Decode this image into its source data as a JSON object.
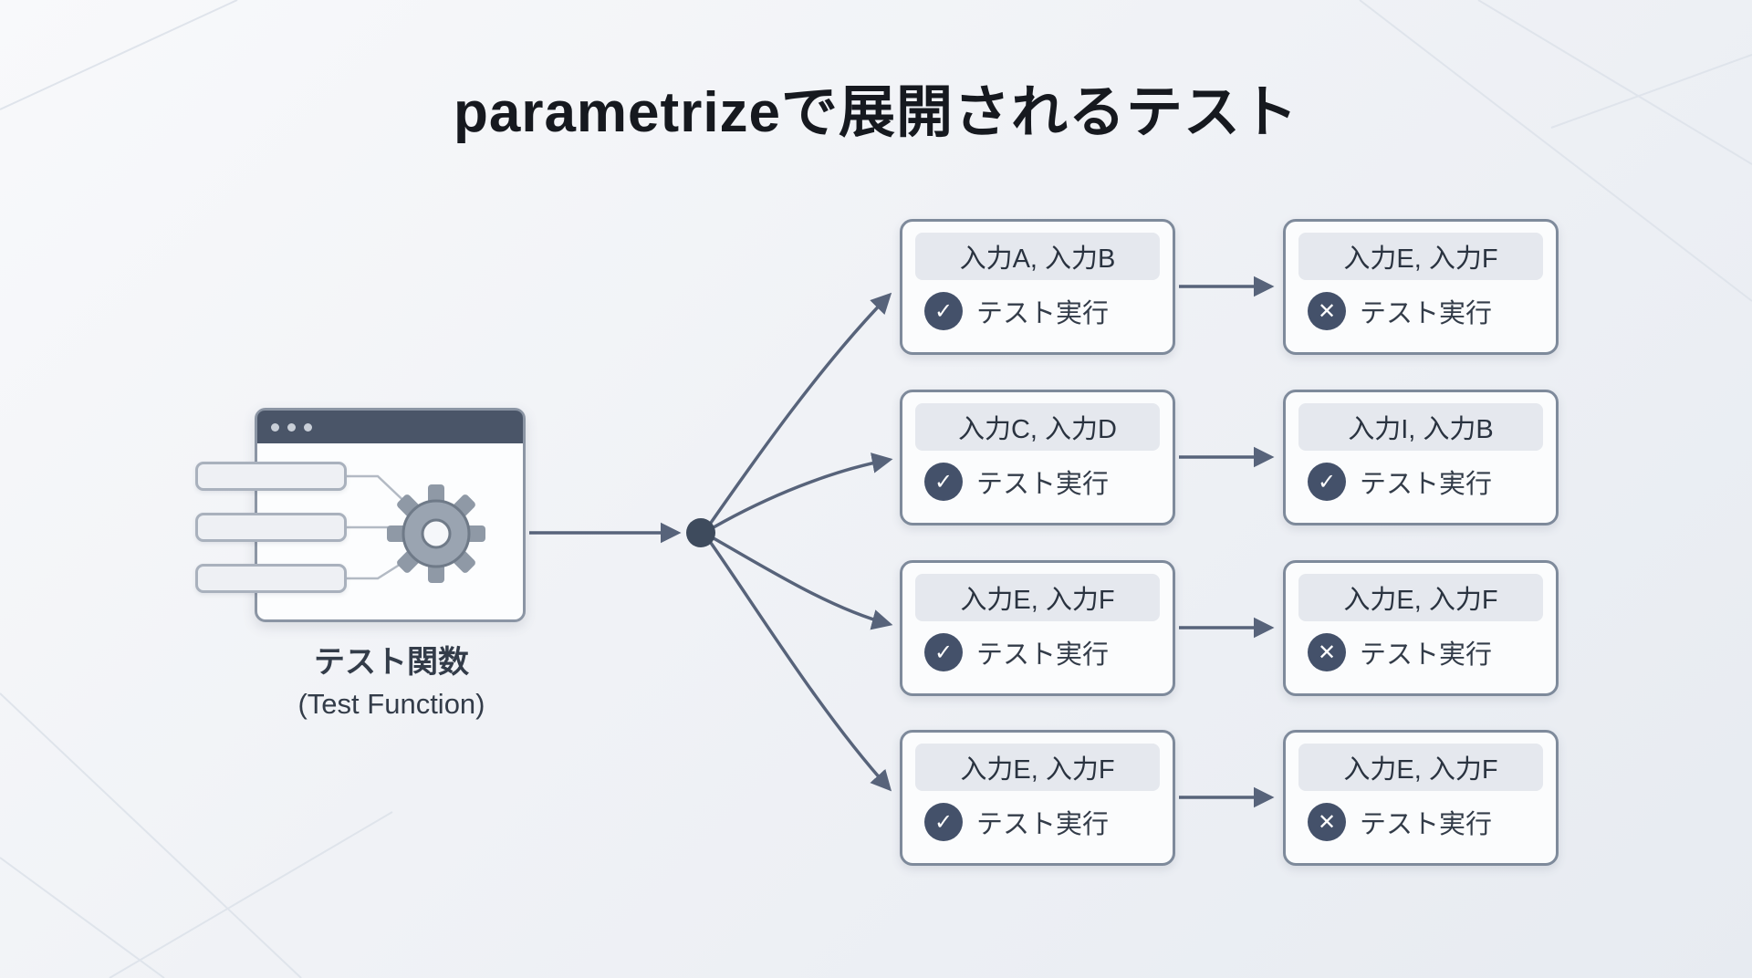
{
  "title": "parametrizeで展開されるテスト",
  "source": {
    "label_ja": "テスト関数",
    "label_en": "(Test Function)"
  },
  "middle_tests": [
    {
      "inputs": "入力A, 入力B",
      "action": "テスト実行",
      "status": "pass",
      "glyph": "✓"
    },
    {
      "inputs": "入力C, 入力D",
      "action": "テスト実行",
      "status": "pass",
      "glyph": "✓"
    },
    {
      "inputs": "入力E, 入力F",
      "action": "テスト実行",
      "status": "pass",
      "glyph": "✓"
    },
    {
      "inputs": "入力E, 入力F",
      "action": "テスト実行",
      "status": "pass",
      "glyph": "✓"
    }
  ],
  "result_tests": [
    {
      "inputs": "入力E, 入力F",
      "action": "テスト実行",
      "status": "fail",
      "glyph": "✕"
    },
    {
      "inputs": "入力I, 入力B",
      "action": "テスト実行",
      "status": "pass",
      "glyph": "✓"
    },
    {
      "inputs": "入力E, 入力F",
      "action": "テスト実行",
      "status": "fail",
      "glyph": "✕"
    },
    {
      "inputs": "入力E, 入力F",
      "action": "テスト実行",
      "status": "fail",
      "glyph": "✕"
    }
  ],
  "colors": {
    "header_dark": "#4a5568",
    "status_circle": "#44516a",
    "arrow": "#57637a",
    "box_border": "#7e8a9b",
    "pill_bg": "#e5e8ee",
    "background": "#f0f2f6"
  }
}
